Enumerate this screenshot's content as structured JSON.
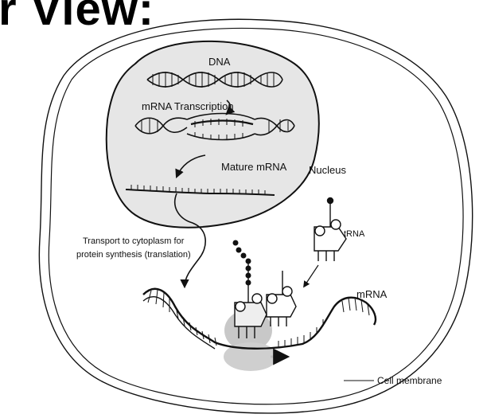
{
  "header": {
    "title": "r View:"
  },
  "diagram": {
    "labels": {
      "dna": "DNA",
      "transcription": "mRNA Transcription",
      "mature_mrna": "Mature mRNA",
      "nucleus": "Nucleus",
      "transport_line1": "Transport to cytoplasm for",
      "transport_line2": "protein synthesis (translation)",
      "trna": "tRNA",
      "mrna": "mRNA",
      "cell_membrane": "Cell membrane"
    }
  },
  "colors": {
    "nucleus_fill": "#e6e6e6",
    "ribosome": "#c8c8c8",
    "line": "#111111"
  }
}
